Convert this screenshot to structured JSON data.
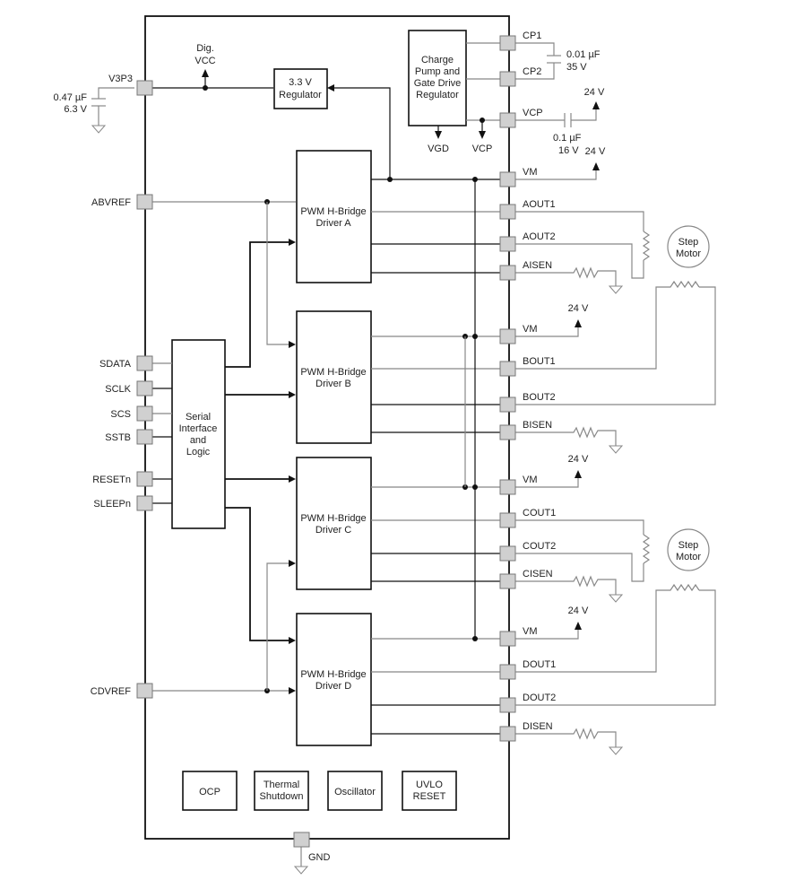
{
  "title": "Stepper motor driver functional block diagram",
  "external": {
    "v3p3_cap": {
      "value": "0.47 µF",
      "rating": "6.3 V"
    },
    "cp_cap": {
      "value": "0.01 µF",
      "rating": "35 V"
    },
    "vcp_cap": {
      "value": "0.1 µF",
      "rating": "16 V"
    },
    "supply": "24 V",
    "dig_vcc": [
      "Dig.",
      "VCC"
    ],
    "motor_label": [
      "Step",
      "Motor"
    ],
    "gnd_label": "GND"
  },
  "internal_blocks": {
    "regulator": [
      "3.3 V",
      "Regulator"
    ],
    "charge_pump": [
      "Charge",
      "Pump and",
      "Gate Drive",
      "Regulator"
    ],
    "vgd": "VGD",
    "vcp_out": "VCP",
    "serial": [
      "Serial",
      "Interface",
      "and",
      "Logic"
    ],
    "drivers": [
      {
        "line1": "PWM H-Bridge",
        "line2": "Driver A"
      },
      {
        "line1": "PWM H-Bridge",
        "line2": "Driver B"
      },
      {
        "line1": "PWM H-Bridge",
        "line2": "Driver C"
      },
      {
        "line1": "PWM H-Bridge",
        "line2": "Driver D"
      }
    ],
    "bottom": [
      {
        "lines": [
          "OCP"
        ]
      },
      {
        "lines": [
          "Thermal",
          "Shutdown"
        ]
      },
      {
        "lines": [
          "Oscillator"
        ]
      },
      {
        "lines": [
          "UVLO",
          "RESET"
        ]
      }
    ]
  },
  "pins_left": [
    "V3P3",
    "ABVREF",
    "SDATA",
    "SCLK",
    "SCS",
    "SSTB",
    "RESETn",
    "SLEEPn",
    "CDVREF"
  ],
  "pins_right": [
    "CP1",
    "CP2",
    "VCP",
    "VM",
    "AOUT1",
    "AOUT2",
    "AISEN",
    "VM",
    "BOUT1",
    "BOUT2",
    "BISEN",
    "VM",
    "COUT1",
    "COUT2",
    "CISEN",
    "VM",
    "DOUT1",
    "DOUT2",
    "DISEN"
  ]
}
